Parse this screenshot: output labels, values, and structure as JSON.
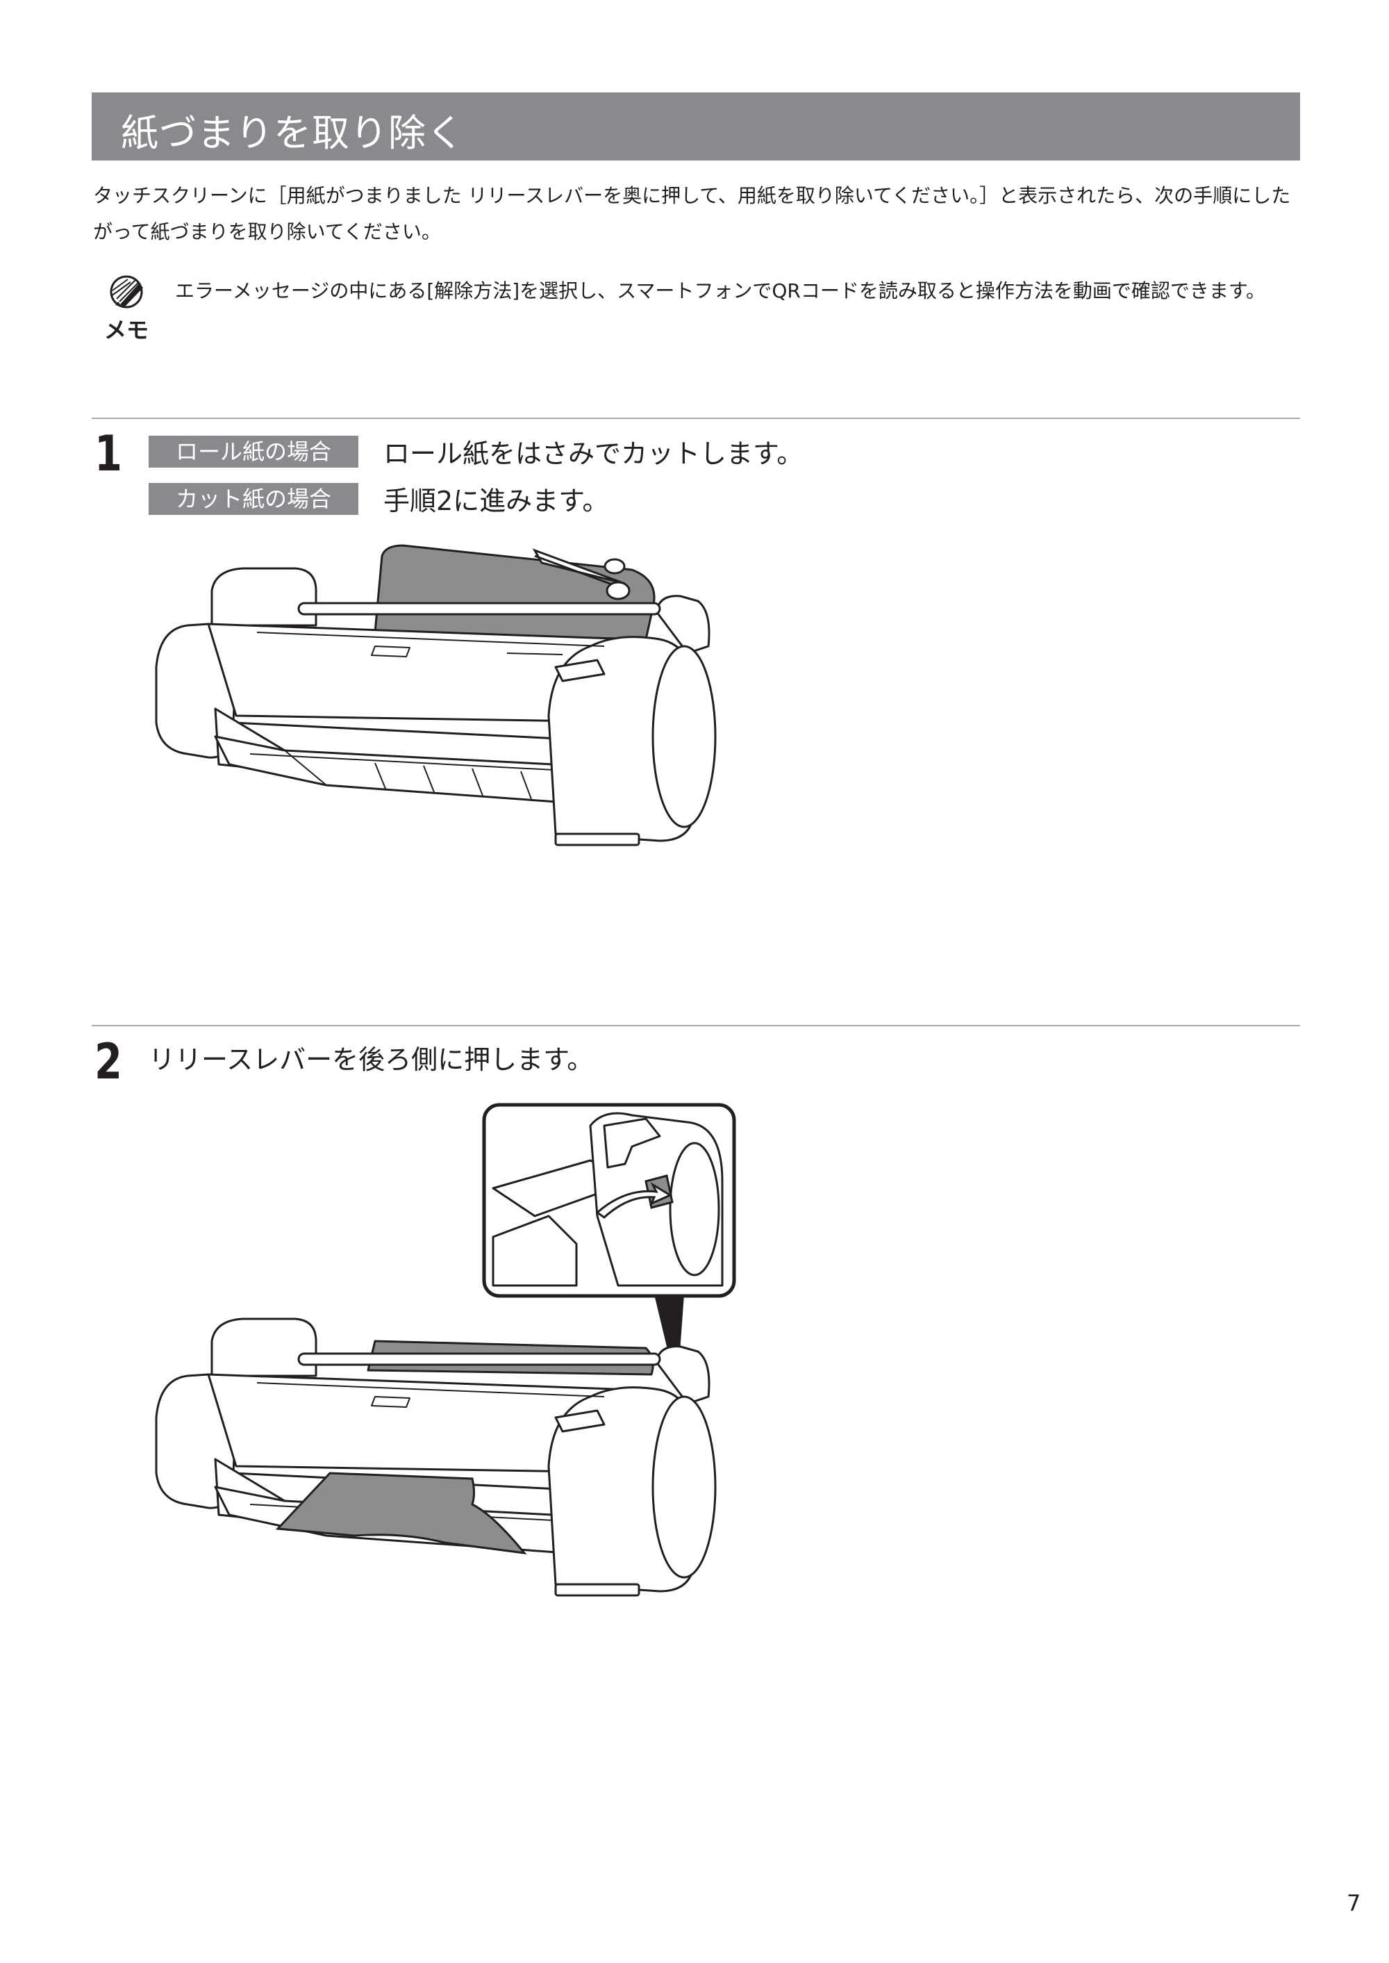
{
  "title": "紙づまりを取り除く",
  "intro": "タッチスクリーンに［用紙がつまりました リリースレバーを奥に押して、用紙を取り除いてください。］と表示されたら、次の手順にしたがって紙づまりを取り除いてください。",
  "memo": {
    "icon_label": "メモ",
    "text": "エラーメッセージの中にある[解除方法]を選択し、スマートフォンでQRコードを読み取ると操作方法を動画で確認できます。"
  },
  "steps": [
    {
      "number": "1",
      "cases": [
        {
          "label": "ロール紙の場合",
          "text": "ロール紙をはさみでカットします。"
        },
        {
          "label": "カット紙の場合",
          "text": "手順2に進みます。"
        }
      ]
    },
    {
      "number": "2",
      "text": "リリースレバーを後ろ側に押します。"
    }
  ],
  "page_number": "7",
  "colors": {
    "bar_gray": "#898a8d",
    "text": "#231f20",
    "rule": "#a8a9ab",
    "paper_gray": "#8c8d8f"
  },
  "icons": [
    "memo-pencil-icon",
    "scissors-icon",
    "arrow-icon"
  ]
}
